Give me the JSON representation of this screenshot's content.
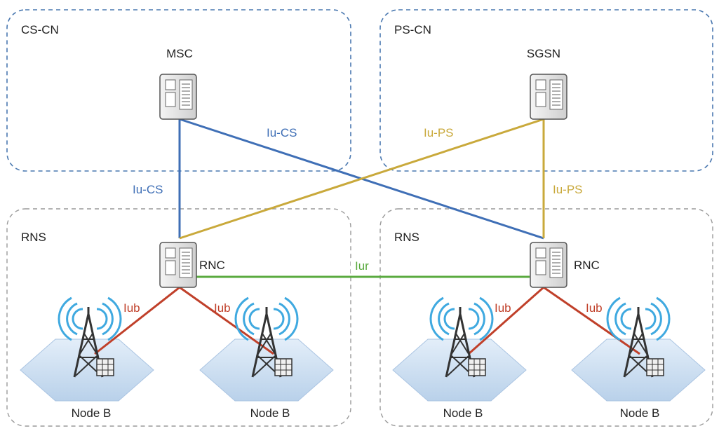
{
  "regions": {
    "cs_cn": "CS-CN",
    "ps_cn": "PS-CN",
    "rns_left": "RNS",
    "rns_right": "RNS"
  },
  "nodes": {
    "msc": "MSC",
    "sgsn": "SGSN",
    "rnc_left": "RNC",
    "rnc_right": "RNC",
    "node_b": [
      "Node B",
      "Node B",
      "Node B",
      "Node B"
    ]
  },
  "interfaces": {
    "iu_cs": [
      "Iu-CS",
      "Iu-CS"
    ],
    "iu_ps": [
      "Iu-PS",
      "Iu-PS"
    ],
    "iur": "Iur",
    "iub": [
      "Iub",
      "Iub",
      "Iub",
      "Iub"
    ]
  },
  "colors": {
    "background": "#d9e4f2",
    "panel": "#ffffff",
    "core_border": "#4a78b0",
    "rns_border": "#9a9a9a",
    "iu_cs": "#3f6fb6",
    "iu_ps": "#c9a93b",
    "iur": "#5aaa3f",
    "iub": "#c0402a",
    "signal": "#3fa9e0",
    "cell": "#c9dcf0"
  },
  "icons": {
    "server": "server-icon",
    "tower": "antenna-tower-icon",
    "signal": "radio-waves-icon",
    "cell": "hexagon-cell-icon"
  }
}
